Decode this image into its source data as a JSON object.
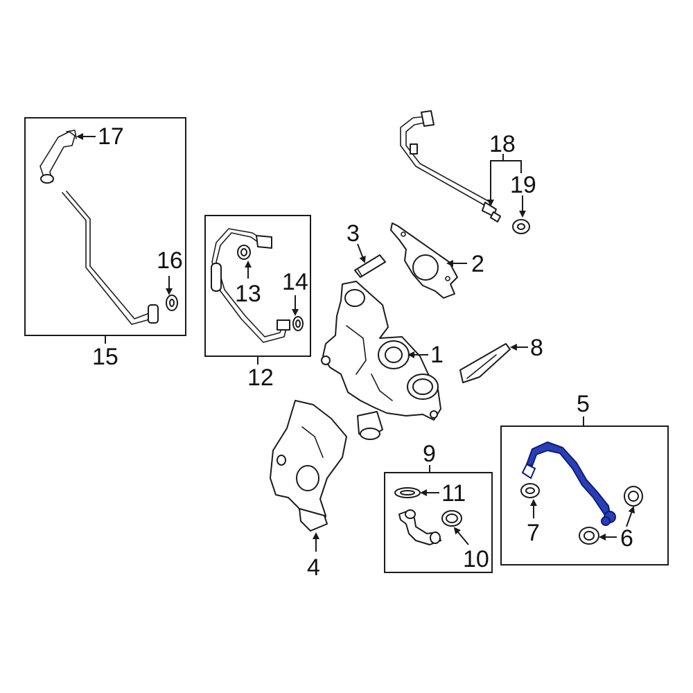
{
  "callouts": {
    "c1": "1",
    "c2": "2",
    "c3": "3",
    "c4": "4",
    "c5": "5",
    "c6": "6",
    "c7": "7",
    "c8": "8",
    "c9": "9",
    "c10": "10",
    "c11": "11",
    "c12": "12",
    "c13": "13",
    "c14": "14",
    "c15": "15",
    "c16": "16",
    "c17": "17",
    "c18": "18",
    "c19": "19"
  },
  "colors": {
    "highlight": "#2a3fb5",
    "line": "#1a1a1a"
  },
  "highlighted_part": "5"
}
